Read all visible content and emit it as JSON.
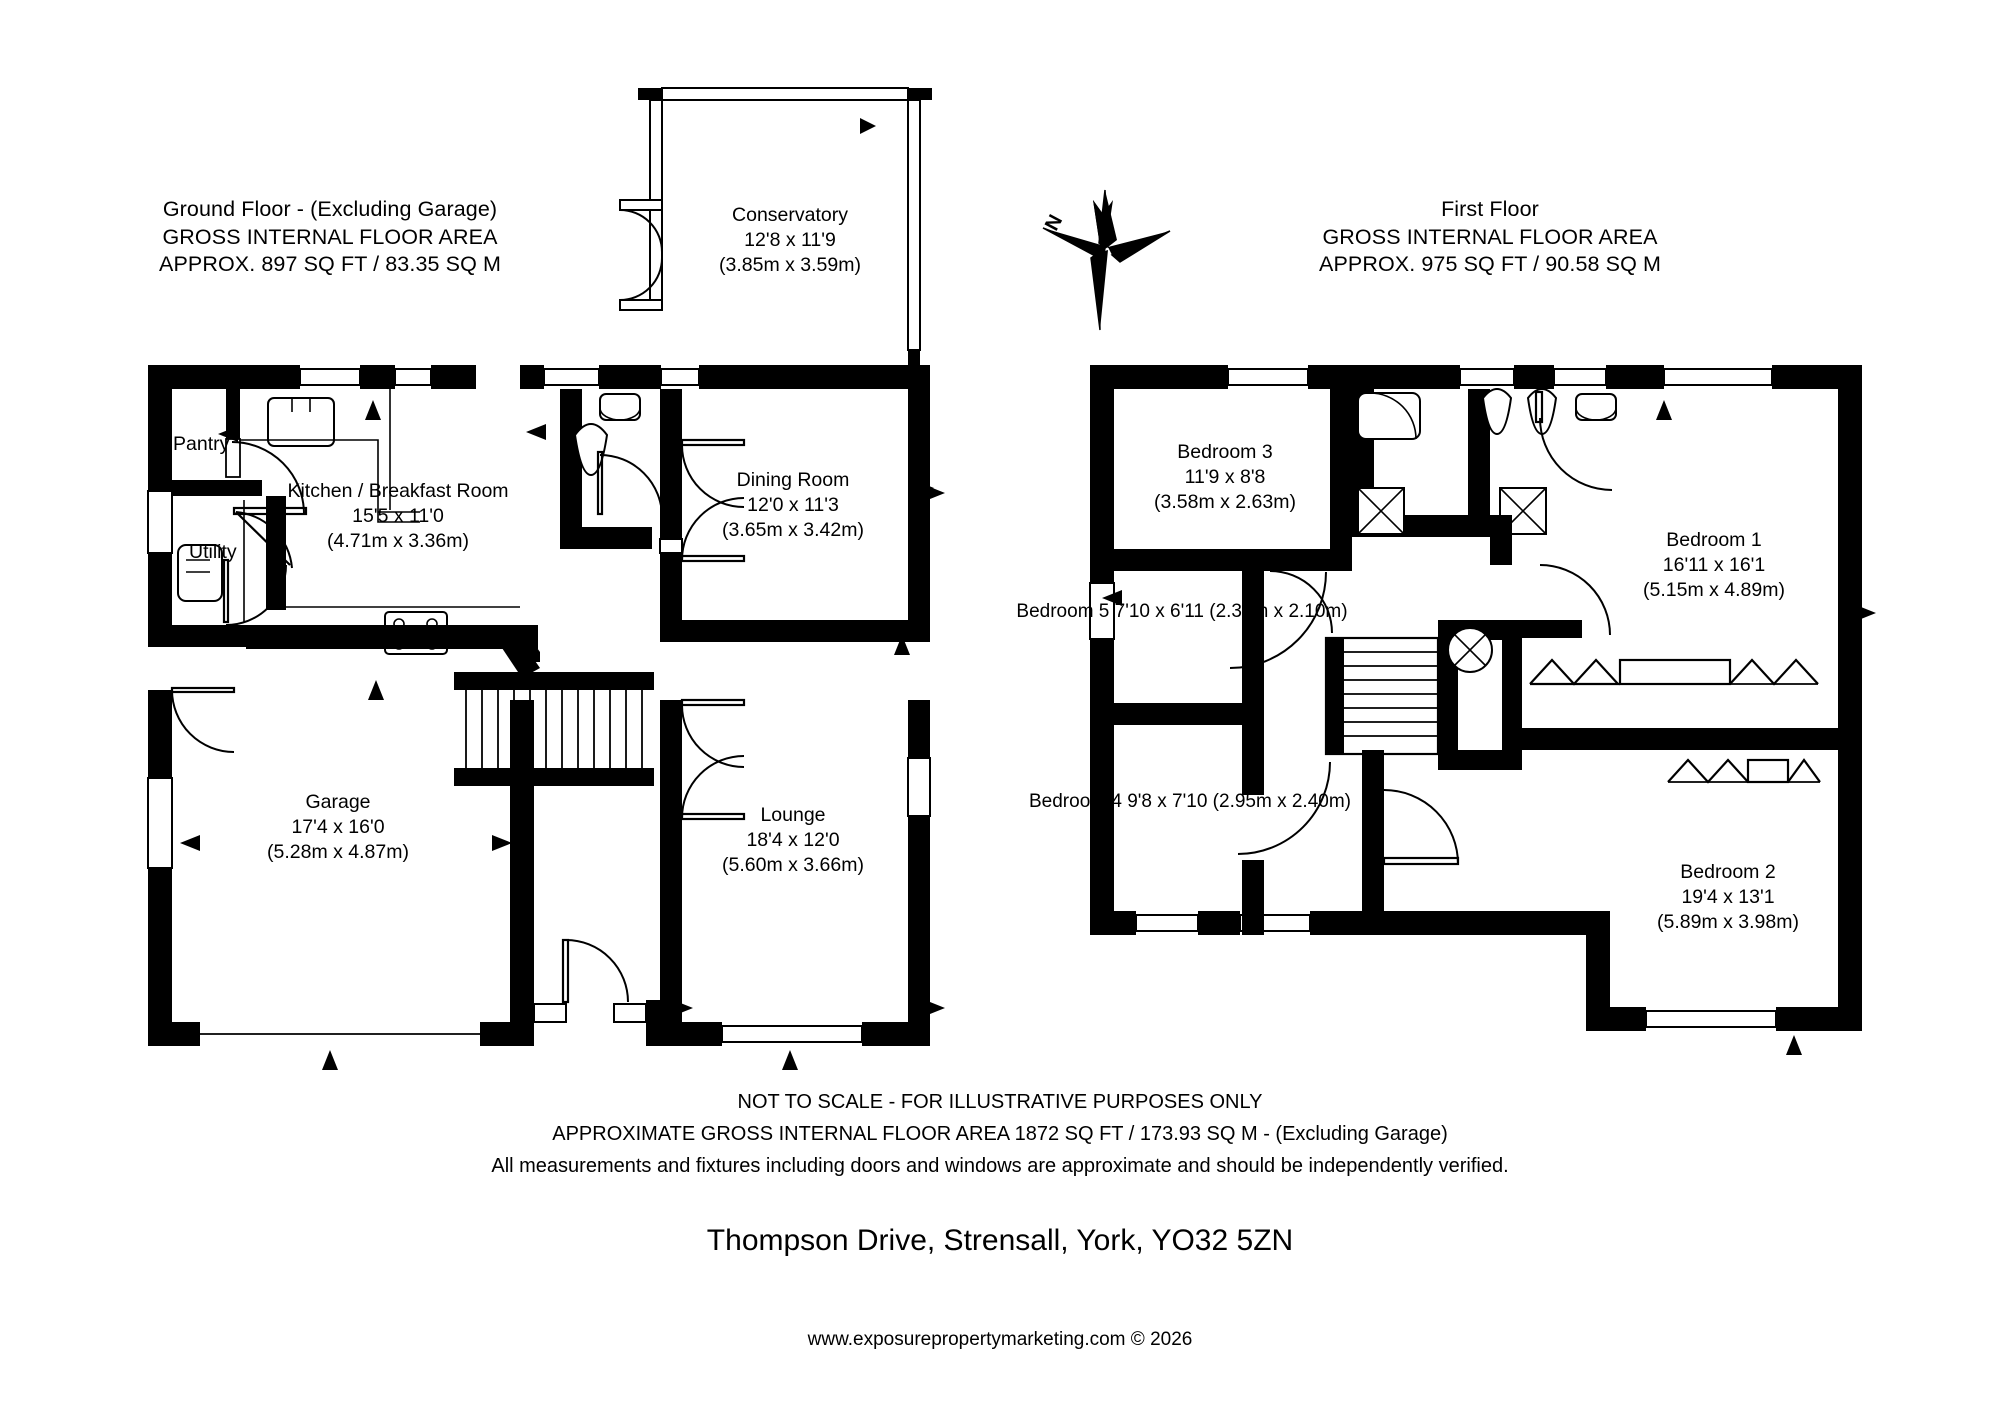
{
  "document": {
    "type": "floor-plan",
    "address": "Thompson Drive, Strensall, York, YO32 5ZN",
    "website": "www.exposurepropertymarketing.com © 2026"
  },
  "compass": {
    "label": "N",
    "name": "compass-rose"
  },
  "ground_floor": {
    "title": "Ground Floor - (Excluding Garage)",
    "area_label": "GROSS INTERNAL FLOOR AREA",
    "area_value": "APPROX. 897 SQ FT / 83.35 SQ M",
    "rooms": [
      {
        "name": "Conservatory",
        "feet": "12'8 x 11'9",
        "metres": "(3.85m x 3.59m)"
      },
      {
        "name": "Kitchen / Breakfast Room",
        "feet": "15'5 x 11'0",
        "metres": "(4.71m x 3.36m)"
      },
      {
        "name": "Dining Room",
        "feet": "12'0 x 11'3",
        "metres": "(3.65m x 3.42m)"
      },
      {
        "name": "Lounge",
        "feet": "18'4 x 12'0",
        "metres": "(5.60m x 3.66m)"
      },
      {
        "name": "Garage",
        "feet": "17'4 x 16'0",
        "metres": "(5.28m x 4.87m)"
      }
    ],
    "plain_rooms": [
      {
        "name": "Pantry"
      },
      {
        "name": "Utility"
      }
    ]
  },
  "first_floor": {
    "title": "First Floor",
    "area_label": "GROSS INTERNAL FLOOR AREA",
    "area_value": "APPROX. 975 SQ FT / 90.58 SQ M",
    "rooms": [
      {
        "name": "Bedroom 3",
        "feet": "11'9 x 8'8",
        "metres": "(3.58m x 2.63m)"
      },
      {
        "name": "Bedroom 1",
        "feet": "16'11 x 16'1",
        "metres": "(5.15m x 4.89m)"
      },
      {
        "name": "Bedroom 5",
        "feet": "7'10 x 6'11",
        "metres": "(2.39m x 2.10m)"
      },
      {
        "name": "Bedroom 4",
        "feet": "9'8 x 7'10",
        "metres": "(2.95m x 2.40m)"
      },
      {
        "name": "Bedroom 2",
        "feet": "19'4 x 13'1",
        "metres": "(5.89m x 3.98m)"
      }
    ]
  },
  "disclaimer": {
    "line1": "NOT TO SCALE - FOR ILLUSTRATIVE PURPOSES ONLY",
    "line2": "APPROXIMATE GROSS INTERNAL FLOOR AREA 1872 SQ FT / 173.93 SQ M - (Excluding Garage)",
    "line3": "All measurements and fixtures including doors and windows are approximate and should be independently verified."
  },
  "colors": {
    "wall": "#000000",
    "background": "#ffffff",
    "text": "#000000"
  }
}
